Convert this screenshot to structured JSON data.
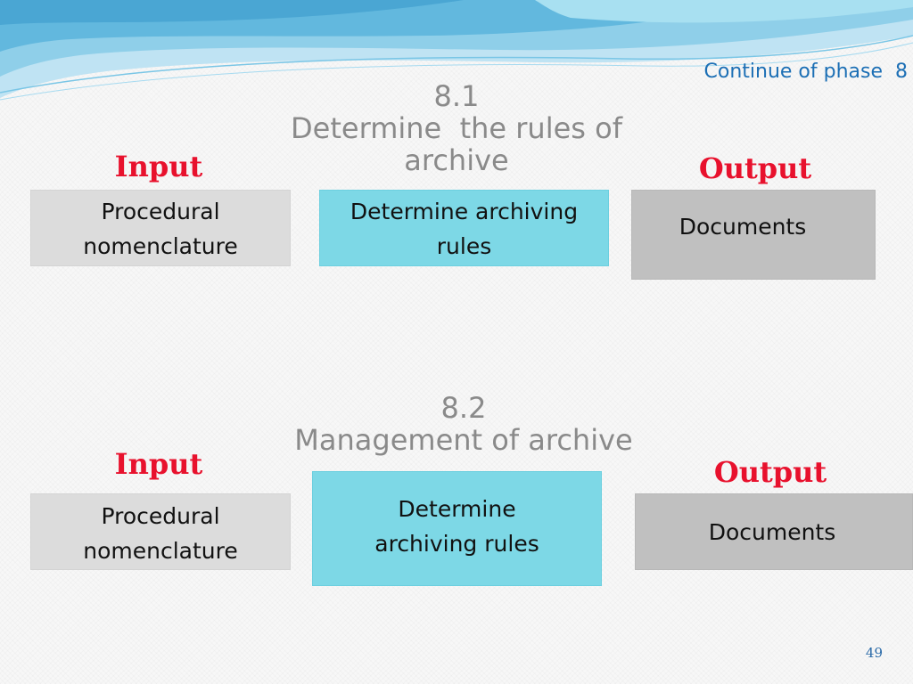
{
  "header": {
    "phase_label": "Continue of phase  8"
  },
  "stage_1": {
    "number": "8.1",
    "title_line1": "Determine  the rules of",
    "title_line2": "archive",
    "input_label": "Input",
    "output_label": "Output",
    "input_box": [
      "Procedural",
      "nomenclature"
    ],
    "process_box": [
      "Determine archiving",
      "rules"
    ],
    "output_box": [
      "Documents"
    ]
  },
  "stage_2": {
    "number": "8.2",
    "title_line1": "Management of archive",
    "input_label": "Input",
    "output_label": "Output",
    "input_box": [
      "Procedural",
      "nomenclature"
    ],
    "process_box": [
      "Determine",
      "archiving rules"
    ],
    "output_box": [
      "Documents"
    ]
  },
  "footer": {
    "page_number": "49"
  },
  "colors": {
    "label_red": "#e8112d",
    "title_gray": "#8a8a8a",
    "phase_blue": "#1c6fb5",
    "process_cyan": "#7dd8e6",
    "input_gray": "#dcdcdc",
    "output_gray": "#c0c0c0"
  }
}
